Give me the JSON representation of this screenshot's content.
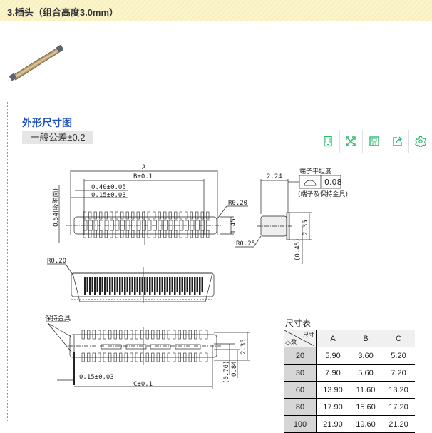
{
  "header": {
    "title": "3.插头（组合高度3.0mm）"
  },
  "product_image": {
    "icon": "connector-plug-photo"
  },
  "section": {
    "title": "外形尺寸图",
    "tolerance_label": "一般公差±0.2"
  },
  "toolbar": {
    "buttons": [
      {
        "name": "tablet-view",
        "icon": "tablet-icon"
      },
      {
        "name": "fullscreen",
        "icon": "expand-icon"
      },
      {
        "name": "save",
        "icon": "save-icon"
      },
      {
        "name": "share",
        "icon": "share-icon"
      },
      {
        "name": "settings",
        "icon": "gear-icon"
      }
    ]
  },
  "drawing": {
    "labels": {
      "dim_a": "A",
      "dim_b": "B±0.1",
      "pitch": "0.40±0.05",
      "terminal_width": "0.15±0.03",
      "suction": "0.54(吸附面)",
      "r020_top": "R0.20",
      "h145": "1.45",
      "r025": "R0.25",
      "w224": "2.24",
      "flatness_title": "端子平坦度",
      "flatness_value": "0.08",
      "flatness_note": "(端子及保持金具)",
      "h235_side": "2.35",
      "h045": "(0.45)",
      "r020_front": "R0.20",
      "holding_metal": "保持金具",
      "terminal_width_bottom": "0.15±0.03",
      "dim_c": "C±0.1",
      "h235_bottom": "2.35",
      "h076": "(0.76)",
      "h084": "0.84"
    }
  },
  "dimension_table": {
    "title": "尺寸表",
    "corner_top": "尺寸",
    "corner_bottom": "芯数",
    "columns": [
      "A",
      "B",
      "C"
    ],
    "rows": [
      {
        "pins": "20",
        "A": "5.90",
        "B": "3.60",
        "C": "5.20"
      },
      {
        "pins": "30",
        "A": "7.90",
        "B": "5.60",
        "C": "7.20"
      },
      {
        "pins": "60",
        "A": "13.90",
        "B": "11.60",
        "C": "13.20"
      },
      {
        "pins": "80",
        "A": "17.90",
        "B": "15.60",
        "C": "17.20"
      },
      {
        "pins": "100",
        "A": "21.90",
        "B": "19.60",
        "C": "21.20"
      }
    ]
  },
  "colors": {
    "accent": "#1d4fbf",
    "toolbar_icon": "#2dbb6f",
    "header_bg": "#f9f2c6"
  }
}
